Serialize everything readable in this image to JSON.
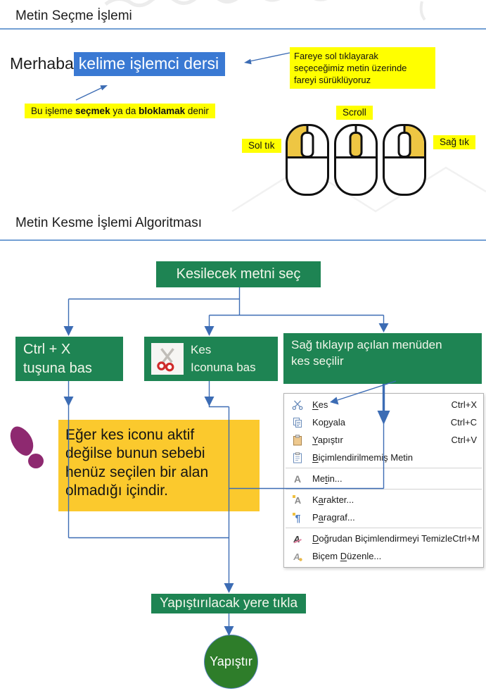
{
  "sections": {
    "title1": "Metin Seçme İşlemi",
    "title2": "Metin Kesme İşlemi Algoritması"
  },
  "selection_demo": {
    "plain_text": "Merhaba",
    "selected_text": "kelime işlemci dersi",
    "drag_note": "Fareye sol tıklayarak\nseçeceğimiz metin üzerinde\nfareyi sürüklüyoruz",
    "block_note": {
      "pre": "Bu işleme ",
      "bold1": "seçmek",
      "mid": " ya da ",
      "bold2": "bloklamak",
      "post": " denir"
    }
  },
  "mouse_labels": {
    "left": "Sol tık",
    "scroll": "Scroll",
    "right": "Sağ tık"
  },
  "flowchart": {
    "start": "Kesilecek metni seç",
    "keyboard_option": "Ctrl + X\ntuşuna bas",
    "icon_option": "Kes\nIconuna bas",
    "menu_option": "Sağ tıklayıp açılan menüden\nkes seçilir",
    "warning": "Eğer kes iconu aktif\ndeğilse bunun sebebi\nhenüz seçilen bir alan\nolmadığı içindir.",
    "paste_step": "Yapıştırılacak yere tıkla",
    "end": "Yapıştır"
  },
  "context_menu": {
    "items": [
      {
        "id": "kes",
        "icon": "scissors-icon",
        "pre": "",
        "key": "K",
        "post": "es",
        "shortcut": "Ctrl+X"
      },
      {
        "id": "kopyala",
        "icon": "copy-icon",
        "pre": "Ko",
        "key": "p",
        "post": "yala",
        "shortcut": "Ctrl+C"
      },
      {
        "id": "yapistir",
        "icon": "paste-icon",
        "pre": "",
        "key": "Y",
        "post": "apıştır",
        "shortcut": "Ctrl+V"
      },
      {
        "id": "bicimlendirilmemis-metin",
        "icon": "paste-special-icon",
        "pre": "",
        "key": "B",
        "post": "içimlendirilmemiş Metin",
        "shortcut": ""
      },
      {
        "id": "sep1",
        "separator": true
      },
      {
        "id": "metin",
        "icon": "text-icon",
        "pre": "Me",
        "key": "t",
        "post": "in...",
        "shortcut": ""
      },
      {
        "id": "sep2",
        "separator": true
      },
      {
        "id": "karakter",
        "icon": "character-icon",
        "pre": "K",
        "key": "a",
        "post": "rakter...",
        "shortcut": ""
      },
      {
        "id": "paragraf",
        "icon": "paragraph-icon",
        "pre": "P",
        "key": "a",
        "post": "ragraf...",
        "shortcut": ""
      },
      {
        "id": "sep3",
        "separator": true
      },
      {
        "id": "dogrudan-bicimlendirmeyi-temizle",
        "icon": "clear-formatting-icon",
        "pre": "",
        "key": "D",
        "post": "oğrudan Biçimlendirmeyi Temizle",
        "shortcut": "Ctrl+M"
      },
      {
        "id": "bicem-duzenle",
        "icon": "edit-style-icon",
        "pre": "Biçem ",
        "key": "D",
        "post": "üzenle...",
        "shortcut": ""
      }
    ]
  },
  "colors": {
    "selection_blue": "#3a79d3",
    "flow_green": "#1e8453",
    "end_green": "#2e7d2a",
    "note_yellow": "#ffff00",
    "warning_gold": "#fbc92d",
    "connector_blue": "#3c6cb4",
    "accent_purple": "#8e2970",
    "rule_blue": "#74a0d4",
    "mouse_highlight": "#eec643"
  }
}
